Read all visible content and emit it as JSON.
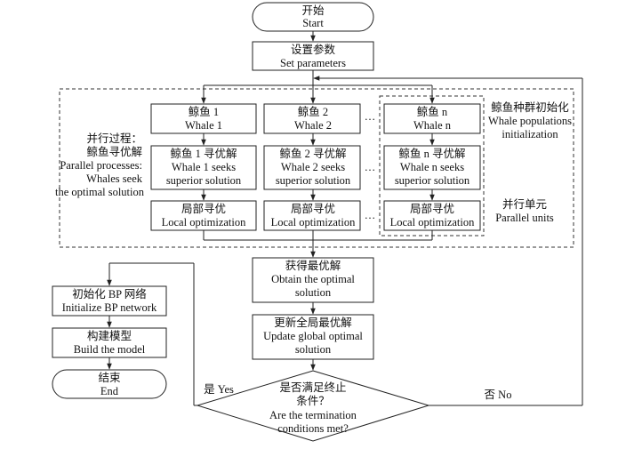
{
  "start": {
    "zh": "开始",
    "en": "Start"
  },
  "set_params": {
    "zh": "设置参数",
    "en": "Set parameters"
  },
  "parallel_label": {
    "l1": "并行过程：",
    "l2": "鲸鱼寻优解",
    "l3": "Parallel processes:",
    "l4": "Whales seek",
    "l5": "the optimal solution"
  },
  "whale1": {
    "zh": "鲸鱼 1",
    "en": "Whale 1"
  },
  "whale1_seek": {
    "zh": "鲸鱼 1 寻优解",
    "en1": "Whale 1 seeks",
    "en2": "superior solution"
  },
  "whale1_local": {
    "zh": "局部寻优",
    "en": "Local optimization"
  },
  "whale2": {
    "zh": "鲸鱼 2",
    "en": "Whale 2"
  },
  "whale2_seek": {
    "zh": "鲸鱼 2 寻优解",
    "en1": "Whale 2 seeks",
    "en2": "superior solution"
  },
  "whale2_local": {
    "zh": "局部寻优",
    "en": "Local optimization"
  },
  "whalen": {
    "zh": "鲸鱼 n",
    "en": "Whale n"
  },
  "whalen_seek": {
    "zh": "鲸鱼 n 寻优解",
    "en1": "Whale n seeks",
    "en2": "superior solution"
  },
  "whalen_local": {
    "zh": "局部寻优",
    "en": "Local optimization"
  },
  "ellipsis": "…",
  "population_init": {
    "zh": "鲸鱼种群初始化",
    "en1": "Whale populations",
    "en2": "initialization"
  },
  "parallel_units": {
    "zh": "并行单元",
    "en": "Parallel units"
  },
  "obtain_optimal": {
    "zh": "获得最优解",
    "en1": "Obtain the optimal",
    "en2": "solution"
  },
  "update_global": {
    "zh": "更新全局最优解",
    "en1": "Update global optimal",
    "en2": "solution"
  },
  "decision": {
    "zh1": "是否满足终止",
    "zh2": "条件？",
    "en1": "Are the termination",
    "en2": "conditions met?"
  },
  "yes_label": "是 Yes",
  "no_label": "否 No",
  "init_bp": {
    "zh": "初始化 BP 网络",
    "en": "Initialize BP network"
  },
  "build_model": {
    "zh": "构建模型",
    "en": "Build the model"
  },
  "end": {
    "zh": "结束",
    "en": "End"
  }
}
